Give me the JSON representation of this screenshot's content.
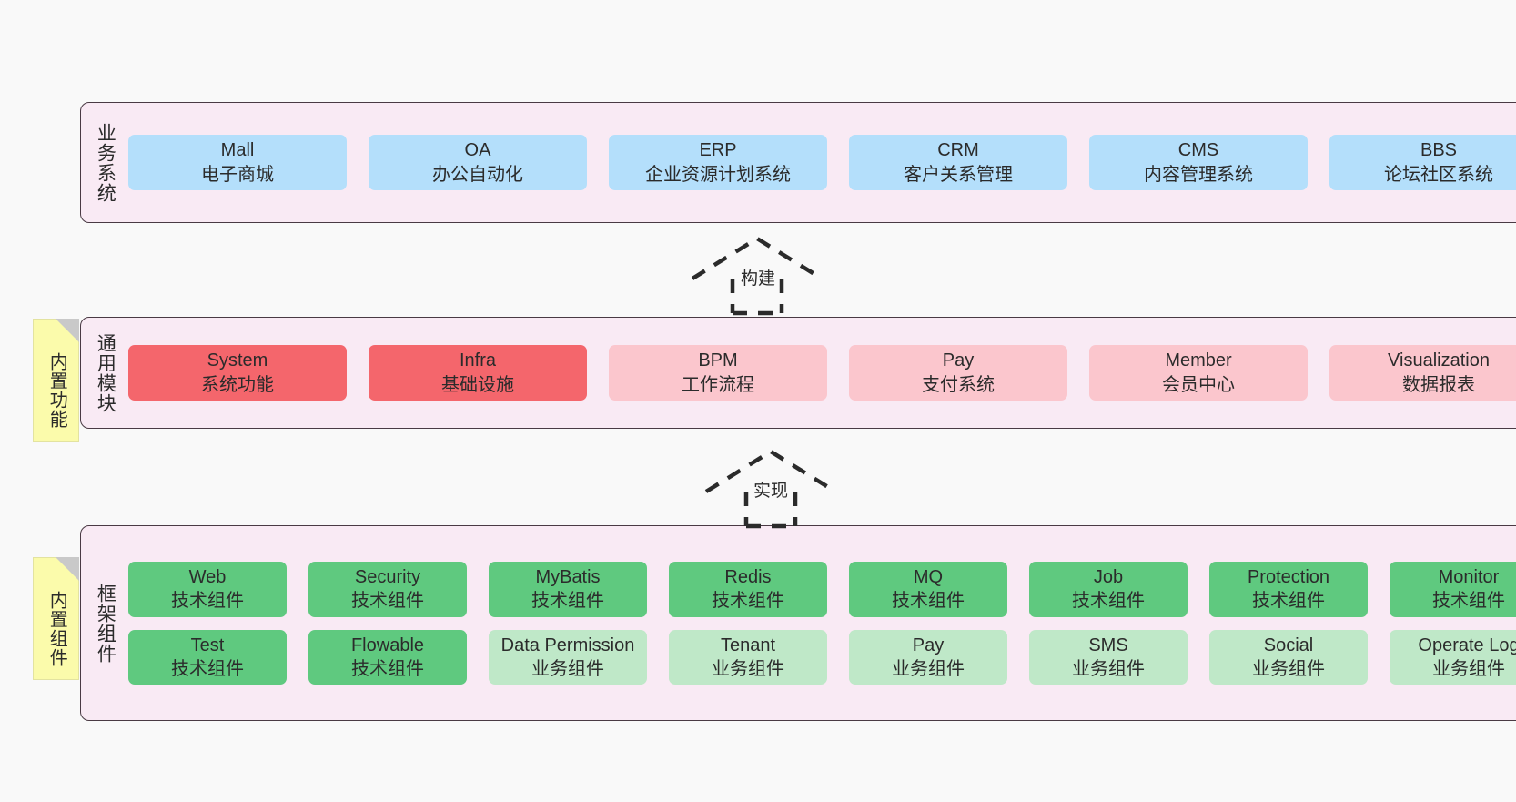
{
  "diagram": {
    "background_color": "#f9f9f9",
    "layer_background_color": "#f9eaf4",
    "layer_border_color": "#4a3a44",
    "note_color": "#fbfbab",
    "colors": {
      "blue": "#b4dffb",
      "red": "#f4666c",
      "pink": "#fbc6cd",
      "green": "#5fc97f",
      "light_green": "#bfe8c8"
    }
  },
  "notes": [
    {
      "id": "builtin-function",
      "text": "内置功能"
    },
    {
      "id": "builtin-component",
      "text": "内置组件"
    }
  ],
  "connectors": [
    {
      "id": "build",
      "label": "构建",
      "style": "dashed-hollow-arrow-up"
    },
    {
      "id": "realize",
      "label": "实现",
      "style": "dashed-hollow-arrow-up"
    }
  ],
  "layers": [
    {
      "id": "business",
      "title": "业务系统",
      "rows": [
        {
          "nodes": [
            {
              "name": "Mall",
              "sub": "电子商城",
              "color": "blue"
            },
            {
              "name": "OA",
              "sub": "办公自动化",
              "color": "blue"
            },
            {
              "name": "ERP",
              "sub": "企业资源计划系统",
              "color": "blue"
            },
            {
              "name": "CRM",
              "sub": "客户关系管理",
              "color": "blue"
            },
            {
              "name": "CMS",
              "sub": "内容管理系统",
              "color": "blue"
            },
            {
              "name": "BBS",
              "sub": "论坛社区系统",
              "color": "blue"
            }
          ]
        }
      ]
    },
    {
      "id": "common",
      "title": "通用模块",
      "rows": [
        {
          "nodes": [
            {
              "name": "System",
              "sub": "系统功能",
              "color": "red"
            },
            {
              "name": "Infra",
              "sub": "基础设施",
              "color": "red"
            },
            {
              "name": "BPM",
              "sub": "工作流程",
              "color": "pink"
            },
            {
              "name": "Pay",
              "sub": "支付系统",
              "color": "pink"
            },
            {
              "name": "Member",
              "sub": "会员中心",
              "color": "pink"
            },
            {
              "name": "Visualization",
              "sub": "数据报表",
              "color": "pink"
            }
          ]
        }
      ]
    },
    {
      "id": "framework",
      "title": "框架组件",
      "rows": [
        {
          "nodes": [
            {
              "name": "Web",
              "sub": "技术组件",
              "color": "green"
            },
            {
              "name": "Security",
              "sub": "技术组件",
              "color": "green"
            },
            {
              "name": "MyBatis",
              "sub": "技术组件",
              "color": "green"
            },
            {
              "name": "Redis",
              "sub": "技术组件",
              "color": "green"
            },
            {
              "name": "MQ",
              "sub": "技术组件",
              "color": "green"
            },
            {
              "name": "Job",
              "sub": "技术组件",
              "color": "green"
            },
            {
              "name": "Protection",
              "sub": "技术组件",
              "color": "green"
            },
            {
              "name": "Monitor",
              "sub": "技术组件",
              "color": "green"
            }
          ]
        },
        {
          "nodes": [
            {
              "name": "Test",
              "sub": "技术组件",
              "color": "green"
            },
            {
              "name": "Flowable",
              "sub": "技术组件",
              "color": "green"
            },
            {
              "name": "Data Permission",
              "sub": "业务组件",
              "color": "lightgreen"
            },
            {
              "name": "Tenant",
              "sub": "业务组件",
              "color": "lightgreen"
            },
            {
              "name": "Pay",
              "sub": "业务组件",
              "color": "lightgreen"
            },
            {
              "name": "SMS",
              "sub": "业务组件",
              "color": "lightgreen"
            },
            {
              "name": "Social",
              "sub": "业务组件",
              "color": "lightgreen"
            },
            {
              "name": "Operate Log",
              "sub": "业务组件",
              "color": "lightgreen"
            }
          ]
        }
      ]
    }
  ]
}
